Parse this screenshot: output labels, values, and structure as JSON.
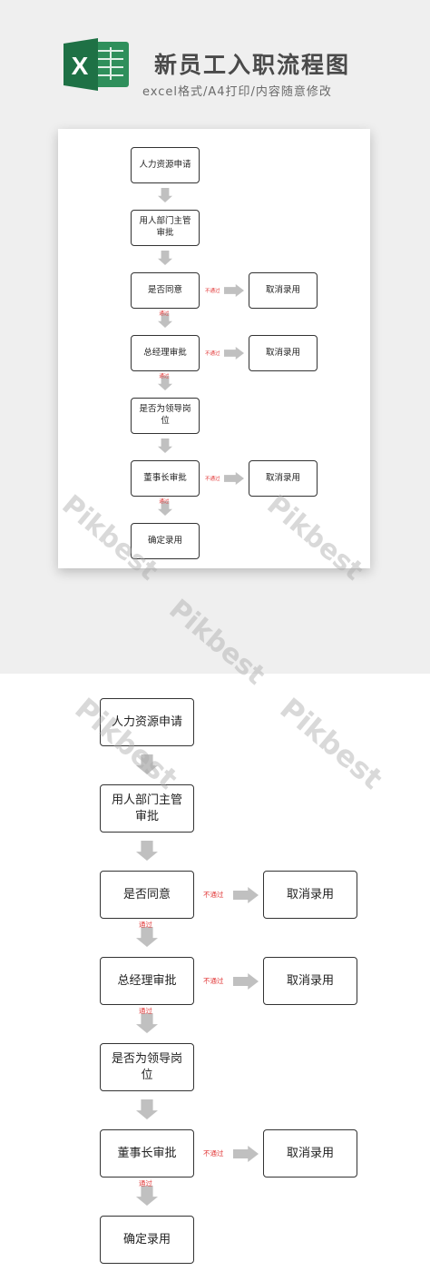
{
  "header": {
    "title": "新员工入职流程图",
    "subtitle": "excel格式/A4打印/内容随意修改",
    "logo_letter": "X"
  },
  "flow": {
    "steps": [
      "人力资源申请",
      "用人部门主管审批",
      "是否同意",
      "总经理审批",
      "是否为领导岗位",
      "董事长审批",
      "确定录用"
    ],
    "reject_label": "不通过",
    "pass_label": "通过",
    "cancel_label": "取消录用"
  },
  "watermark": "Pikbest",
  "colors": {
    "excel_green": "#1E7145",
    "reject_red": "#E23A3A",
    "arrow_gray": "#C0C0C0"
  }
}
